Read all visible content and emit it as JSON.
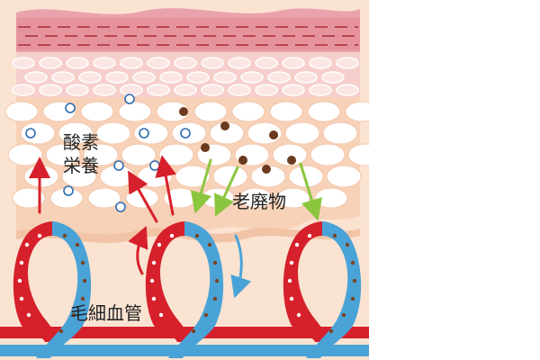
{
  "labels": {
    "oxygen": "酸素",
    "nutrients": "栄養",
    "waste": "老廃物",
    "capillary": "毛細血管"
  },
  "colors": {
    "artery_red": "#d6202b",
    "vein_blue": "#4aa3d7",
    "arrow_green": "#8cc63f",
    "arrow_red": "#d6202b",
    "oxygen_circle": "#2d6db3",
    "waste_dot": "#6b3a1f",
    "skin_top": "#e9a3ab",
    "dermis_pink": "#f5cfcc",
    "tissue_peach": "#f8d7c0"
  },
  "icons": [
    "oxygen-circle-icon",
    "waste-dot-icon",
    "arrow-up-red-icon",
    "arrow-down-green-icon",
    "capillary-loop-icon"
  ]
}
